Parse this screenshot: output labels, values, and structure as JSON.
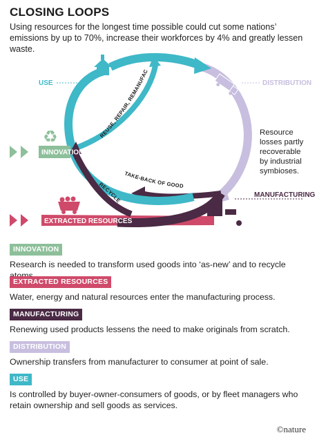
{
  "title": "CLOSING LOOPS",
  "subtitle": "Using resources for the longest time possible could cut some nations’ emissions by up to 70%, increase their workforces by 4% and greatly lessen waste.",
  "colors": {
    "use": "#3fb8c8",
    "innovation": "#8dbf9a",
    "extracted": "#cf4a6a",
    "manufacturing": "#4a2a44",
    "distribution": "#c8bedf"
  },
  "diagram": {
    "labels": {
      "use": "USE",
      "distribution": "DISTRIBUTION",
      "innovation": "INNOVATION",
      "manufacturing": "MANUFACTURING",
      "extracted": "EXTRACTED RESOURCES"
    },
    "flows": {
      "reuse": "REUSE, REPAIR, REMANUFACTURE",
      "takeback": "TAKE-BACK OF GOODS",
      "recycle": "RECYCLE"
    },
    "note": [
      "Resource",
      "losses partly",
      "recoverable",
      "by industrial",
      "symbioses."
    ],
    "icons": [
      "house-icon",
      "truck-icon",
      "recycle-icon",
      "mine-cart-icon",
      "factory-icon"
    ]
  },
  "legend": [
    {
      "tag": "INNOVATION",
      "text": "Research is needed to transform used goods into ‘as-new’ and to recycle atoms."
    },
    {
      "tag": "EXTRACTED RESOURCES",
      "text": "Water, energy and natural resources enter the manufacturing process."
    },
    {
      "tag": "MANUFACTURING",
      "text": "Renewing used products lessens the need to make originals from scratch."
    },
    {
      "tag": "DISTRIBUTION",
      "text": "Ownership transfers from manufacturer to consumer at point of sale."
    },
    {
      "tag": "USE",
      "text": "Is controlled by buyer-owner-consumers of goods, or by fleet managers who retain ownership and sell goods as services."
    }
  ],
  "credit": "©nature"
}
